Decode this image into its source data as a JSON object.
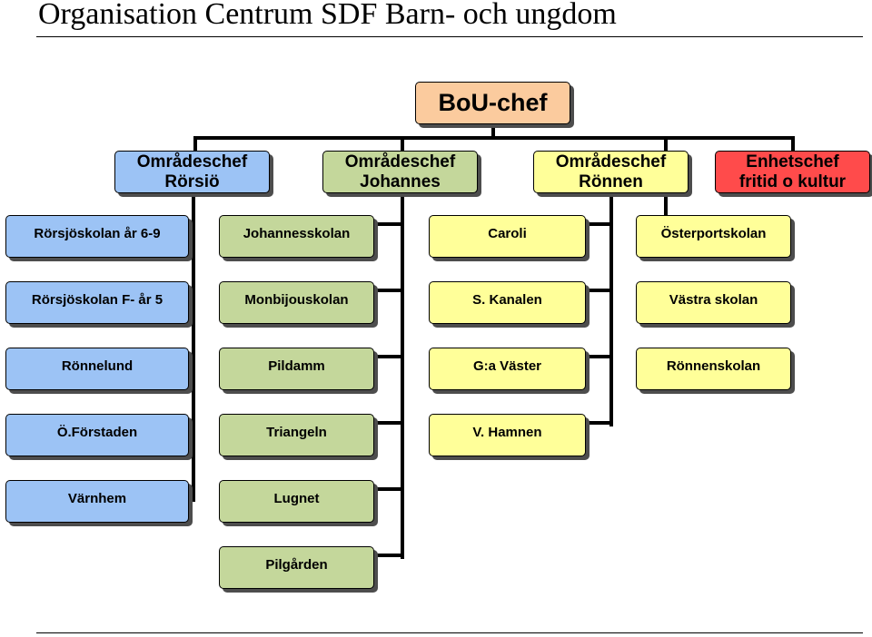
{
  "title": "Organisation Centrum SDF Barn- och ungdom",
  "boss": {
    "label": "BoU-chef",
    "color": "#fbcb9e"
  },
  "heads": [
    {
      "line1": "Områdeschef",
      "line2": "Rörsiö",
      "color": "#9cc3f5"
    },
    {
      "line1": "Områdeschef",
      "line2": "Johannes",
      "color": "#c4d79b"
    },
    {
      "line1": "Områdeschef",
      "line2": "Rönnen",
      "color": "#ffff99"
    },
    {
      "line1": "Enhetschef",
      "line2": "fritid o kultur",
      "color": "#ff4b4b"
    }
  ],
  "columns": [
    {
      "units": [
        "Rörsjöskolan år 6-9",
        "Rörsjöskolan F- år 5",
        "Rönnelund",
        "Ö.Förstaden",
        "Värnhem"
      ],
      "color": "#9cc3f5"
    },
    {
      "units": [
        "Johannesskolan",
        "Monbijouskolan",
        "Pildamm",
        "Triangeln",
        "Lugnet",
        "Pilgården"
      ],
      "color": "#c4d79b"
    },
    {
      "units": [
        "Caroli",
        "S. Kanalen",
        "G:a Väster",
        "V. Hamnen"
      ],
      "color": "#ffff99"
    },
    {
      "units": [
        "Österportskolan",
        "Västra skolan",
        "Rönnenskolan"
      ],
      "color": "#ffff99"
    }
  ]
}
